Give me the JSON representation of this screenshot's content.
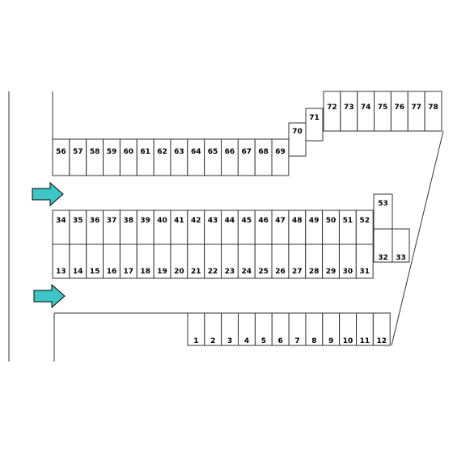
{
  "colors": {
    "arrow": "#3ec6c6",
    "line": "#333333",
    "background": "#ffffff"
  },
  "arrows": [
    {
      "name": "entry-arrow-upper",
      "icon": "right-arrow-icon"
    },
    {
      "name": "entry-arrow-lower",
      "icon": "right-arrow-icon"
    }
  ],
  "spaces": {
    "upper_row": [
      "56",
      "57",
      "58",
      "59",
      "60",
      "61",
      "62",
      "63",
      "64",
      "65",
      "66",
      "67",
      "68",
      "69"
    ],
    "upper_stair": [
      "70",
      "71"
    ],
    "upper_right": [
      "72",
      "73",
      "74",
      "75",
      "76",
      "77",
      "78"
    ],
    "middle_top": [
      "34",
      "35",
      "36",
      "37",
      "38",
      "39",
      "40",
      "41",
      "42",
      "43",
      "44",
      "45",
      "46",
      "47",
      "48",
      "49",
      "50",
      "51",
      "52"
    ],
    "middle_extra_top": [
      "53"
    ],
    "middle_bottom": [
      "13",
      "14",
      "15",
      "16",
      "17",
      "18",
      "19",
      "20",
      "21",
      "22",
      "23",
      "24",
      "25",
      "26",
      "27",
      "28",
      "29",
      "30",
      "31"
    ],
    "middle_extra_bottom": [
      "32",
      "33"
    ],
    "lower_row": [
      "1",
      "2",
      "3",
      "4",
      "5",
      "6",
      "7",
      "8",
      "9",
      "10",
      "11",
      "12"
    ]
  }
}
